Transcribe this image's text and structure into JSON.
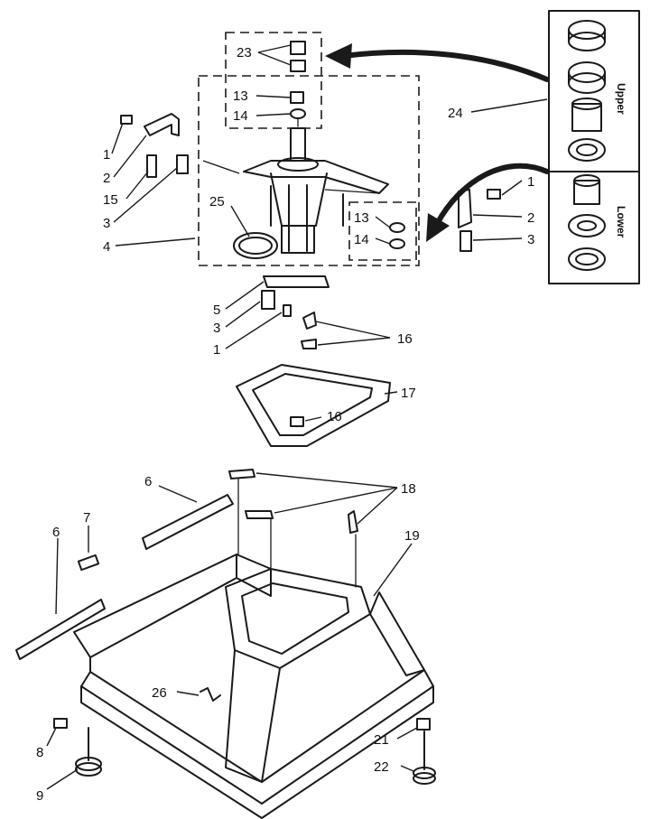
{
  "diagram": {
    "callouts": {
      "c23": "23",
      "c24": "24",
      "c13a": "13",
      "c14a": "14",
      "c1a": "1",
      "c2a": "2",
      "c15": "15",
      "c3a": "3",
      "c25": "25",
      "c4": "4",
      "c13b": "13",
      "c14b": "14",
      "c1b": "1",
      "c2b": "2",
      "c3b": "3",
      "c5": "5",
      "c3c": "3",
      "c1c": "1",
      "c16a": "16",
      "c17": "17",
      "c16b": "16",
      "c6a": "6",
      "c18": "18",
      "c7": "7",
      "c6b": "6",
      "c19": "19",
      "c26": "26",
      "c21": "21",
      "c8": "8",
      "c22": "22",
      "c9": "9"
    },
    "kit_labels": {
      "upper": "Upper",
      "lower": "Lower"
    }
  }
}
